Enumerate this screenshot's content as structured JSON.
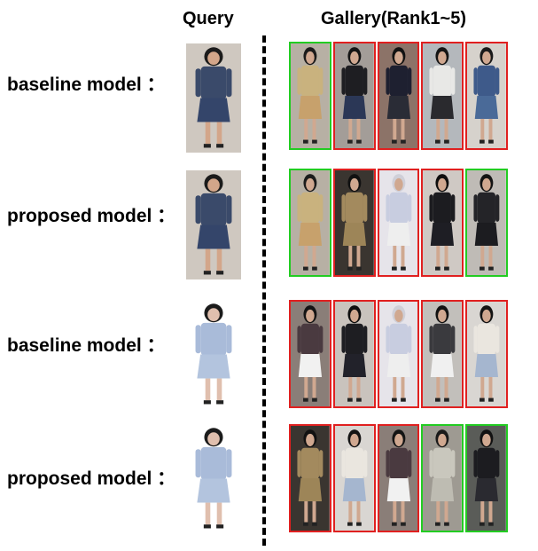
{
  "headers": {
    "query": "Query",
    "gallery": "Gallery(Rank1~5)"
  },
  "colors": {
    "correct": "#22cc22",
    "wrong": "#e02020"
  },
  "rows": [
    {
      "label": "baseline model ：",
      "query": {
        "bg": "#cfc8c0",
        "top": "#3a4a6a",
        "bottom": "#34456a",
        "hair": "#1b1b1b",
        "skin": "#d3a68a"
      },
      "gallery": [
        {
          "correct": true,
          "bg": "#b7b0a4",
          "top": "#c9b27e",
          "bottom": "#c7a16c",
          "hair": "#1b1b1b"
        },
        {
          "correct": false,
          "bg": "#a39d98",
          "top": "#1e1e22",
          "bottom": "#2b3756",
          "hair": "#141414"
        },
        {
          "correct": false,
          "bg": "#8c7368",
          "top": "#1e2030",
          "bottom": "#2a2c36",
          "hair": "#121212"
        },
        {
          "correct": false,
          "bg": "#b4b8bc",
          "top": "#e8e8e6",
          "bottom": "#2a2a2e",
          "hair": "#141414"
        },
        {
          "correct": false,
          "bg": "#d6d2cc",
          "top": "#3e5a8a",
          "bottom": "#4a6a98",
          "hair": "#1a1a1a"
        }
      ]
    },
    {
      "label": "proposed model ：",
      "query": {
        "bg": "#cfc8c0",
        "top": "#3a4a6a",
        "bottom": "#34456a",
        "hair": "#1b1b1b",
        "skin": "#d3a68a"
      },
      "gallery": [
        {
          "correct": true,
          "bg": "#b7b0a4",
          "top": "#c9b27e",
          "bottom": "#c7a16c",
          "hair": "#1b1b1b"
        },
        {
          "correct": false,
          "bg": "#3a3530",
          "top": "#a38a5e",
          "bottom": "#9d8558",
          "hair": "#111111"
        },
        {
          "correct": false,
          "bg": "#e6e4ea",
          "top": "#c8cde0",
          "bottom": "#eeeeee",
          "hair": "#cfcfd8"
        },
        {
          "correct": false,
          "bg": "#cfc9c4",
          "top": "#1c1c20",
          "bottom": "#1e1e24",
          "hair": "#0e0e0e"
        },
        {
          "correct": true,
          "bg": "#bfbbb6",
          "top": "#242428",
          "bottom": "#1c1c20",
          "hair": "#141414"
        }
      ]
    },
    {
      "label": "baseline model ：",
      "query": {
        "bg": "#ffffff",
        "top": "#a9bbd9",
        "bottom": "#b3c4de",
        "hair": "#1b1b1b",
        "skin": "#e0bfae"
      },
      "gallery": [
        {
          "correct": false,
          "bg": "#8a7e78",
          "top": "#4a3a40",
          "bottom": "#f1f1f1",
          "hair": "#141414"
        },
        {
          "correct": false,
          "bg": "#c9c3bd",
          "top": "#1e1e22",
          "bottom": "#22222a",
          "hair": "#0f0f0f"
        },
        {
          "correct": false,
          "bg": "#e6e4ea",
          "top": "#c8cde0",
          "bottom": "#eeeeee",
          "hair": "#cfcfd8"
        },
        {
          "correct": false,
          "bg": "#c2bfbb",
          "top": "#3a3a3e",
          "bottom": "#f0f0f0",
          "hair": "#121212"
        },
        {
          "correct": false,
          "bg": "#d9d6d2",
          "top": "#eae6df",
          "bottom": "#a5b6cf",
          "hair": "#141414"
        }
      ]
    },
    {
      "label": "proposed model ：",
      "query": {
        "bg": "#ffffff",
        "top": "#a9bbd9",
        "bottom": "#b3c4de",
        "hair": "#1b1b1b",
        "skin": "#e0bfae"
      },
      "gallery": [
        {
          "correct": false,
          "bg": "#3a3530",
          "top": "#a38a5e",
          "bottom": "#9d8558",
          "hair": "#111111"
        },
        {
          "correct": false,
          "bg": "#d9d6d2",
          "top": "#eae6df",
          "bottom": "#a5b6cf",
          "hair": "#141414"
        },
        {
          "correct": false,
          "bg": "#8a7e78",
          "top": "#4a3a40",
          "bottom": "#f1f1f1",
          "hair": "#141414"
        },
        {
          "correct": true,
          "bg": "#9e9a92",
          "top": "#c9c7bd",
          "bottom": "#bebcb2",
          "hair": "#1a1a1a"
        },
        {
          "correct": true,
          "bg": "#5a5c58",
          "top": "#1c1c20",
          "bottom": "#2a2a30",
          "hair": "#121212"
        }
      ]
    }
  ]
}
